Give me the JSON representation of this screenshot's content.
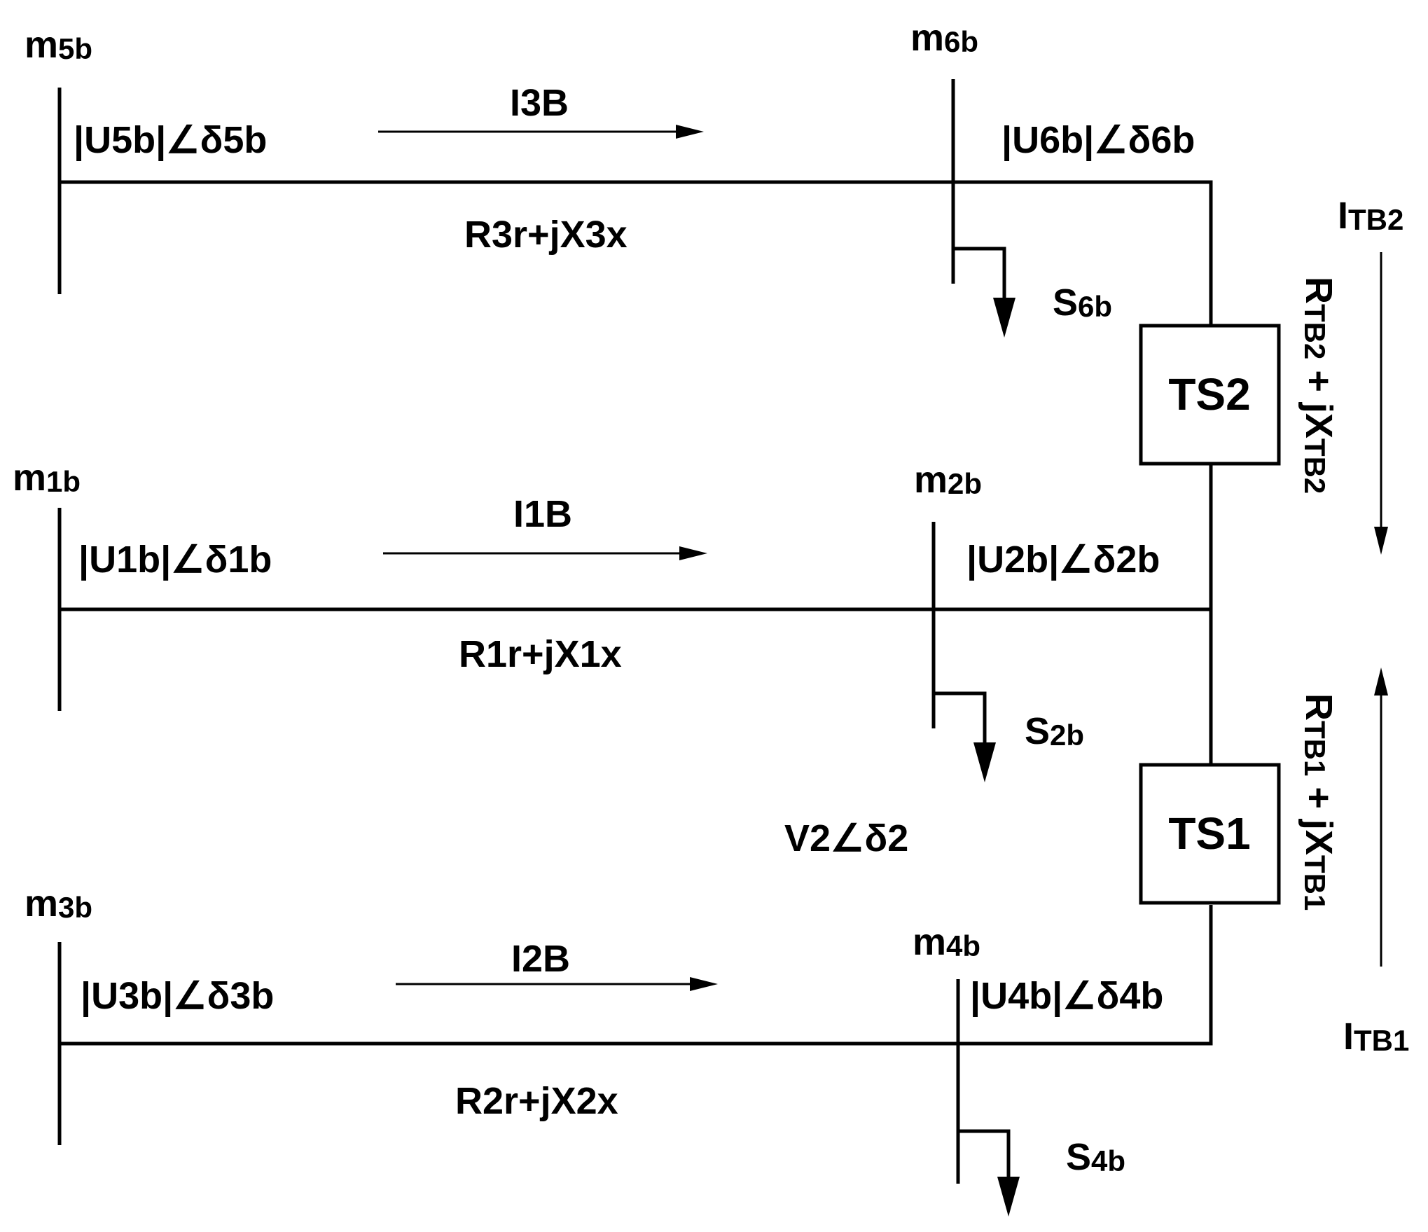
{
  "buses": {
    "m5b": {
      "name": "m",
      "sub": "5b",
      "voltage": "|U5b|∠δ5b"
    },
    "m6b": {
      "name": "m",
      "sub": "6b",
      "voltage": "|U6b|∠δ6b"
    },
    "m1b": {
      "name": "m",
      "sub": "1b",
      "voltage": "|U1b|∠δ1b"
    },
    "m2b": {
      "name": "m",
      "sub": "2b",
      "voltage": "|U2b|∠δ2b"
    },
    "m3b": {
      "name": "m",
      "sub": "3b",
      "voltage": "|U3b|∠δ3b"
    },
    "m4b": {
      "name": "m",
      "sub": "4b",
      "voltage": "|U4b|∠δ4b"
    }
  },
  "lines": {
    "top": {
      "current": "I3B",
      "impedance": "R3r+jX3x"
    },
    "middle": {
      "current": "I1B",
      "impedance": "R1r+jX1x"
    },
    "bottom": {
      "current": "I2B",
      "impedance": "R2r+jX2x"
    }
  },
  "loads": {
    "s6b": {
      "name": "S",
      "sub": "6b"
    },
    "s2b": {
      "name": "S",
      "sub": "2b"
    },
    "s4b": {
      "name": "S",
      "sub": "4b"
    }
  },
  "transformers": {
    "ts2": {
      "label": "TS2",
      "impedance_r": "R",
      "impedance_r_sub": "TB2",
      "impedance_x": " + jX",
      "impedance_x_sub": "TB2",
      "current": "I",
      "current_sub": "TB2"
    },
    "ts1": {
      "label": "TS1",
      "impedance_r": "R",
      "impedance_r_sub": "TB1",
      "impedance_x": " + jX",
      "impedance_x_sub": "TB1",
      "current": "I",
      "current_sub": "TB1"
    }
  },
  "source_voltage": "V2∠δ2"
}
